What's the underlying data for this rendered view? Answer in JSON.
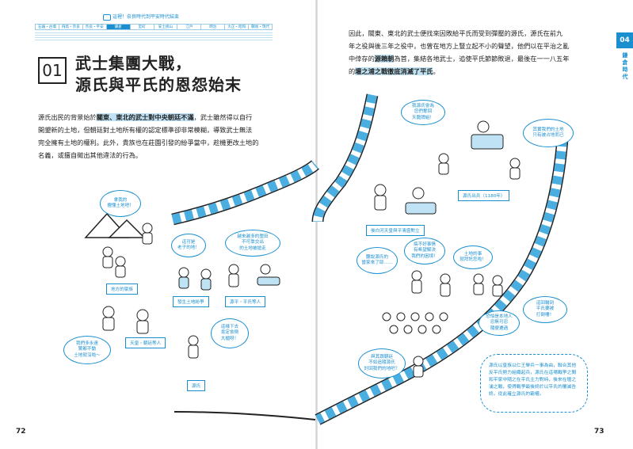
{
  "timeline": {
    "caption": "這裡！奈良時代到平安時代結束",
    "cells": [
      "石器・古墳",
      "飛鳥・奈良",
      "奈良・平安",
      "鎌倉",
      "室町",
      "安土桃山",
      "江戶",
      "明治",
      "大正・昭和",
      "戰後・現代"
    ],
    "active_index": 3
  },
  "heading": {
    "number": "01",
    "title_line1": "武士集團大戰，",
    "title_line2": "源氏與平氏的恩怨始末"
  },
  "left_paragraph": {
    "line1_a": "源氏出民的背景始於",
    "line1_hl": "關東、東北的武士對中央朝廷不滿",
    "line1_b": "，武士雖然得以自行",
    "line2": "開墾新的土地，但朝廷對土地所有權的認定標準卻非常模糊，導致武士無法",
    "line3": "完全擁有土地的權利。此外，貴族也在莊園引發的紛爭當中，趁機更改土地的",
    "line4": "名義，或擅自徵出其他違法的行為。"
  },
  "right_paragraph": {
    "line1": "因此，關東、東北的武士便找來因敗給平氏而受到彈壓的源氏，源氏在前九",
    "line2": "年之役與後三年之役中，也曾在地方上豎立起不小的聲望，他們以在平治之亂",
    "line3_a": "中倖存的",
    "line3_hl": "源賴朝",
    "line3_b": "為首，集結各地武士，追使平氏節節敗退，最後在一一八五年",
    "line4_a": "的",
    "line4_hl": "壇之浦之戰徹底消滅了平氏",
    "line4_b": "。"
  },
  "side": {
    "tab": "04",
    "label": "鎌倉時代"
  },
  "page_numbers": {
    "left": "72",
    "right": "73"
  },
  "bubbles": [
    "拿我的\n擅懂土地吧！",
    "這可是\n老子的地！",
    "越來越多的墾田\n不可靠交出\n的土地被搶走",
    "我們多永遠\n驚都不動\n土地就沒啦～",
    "這樣下去\n肯定會倒\n大楣呀！",
    "我源氏會為\n您們奪回\n天龍牌組！",
    "其實我們的土地\n只有被占地而已",
    "聽說源氏的\n當家來了耶……",
    "搞不好事情\n有希望解決\n我們的困境！",
    "土地的事\n就拜託您啦！",
    "這回輪到\n平氏要被\n打倒嘍！",
    "與其跟朝廷\n不如追隨源氏\n討回我們的地吧？",
    "恐怕是本地人\n忍無可忍\n隨便遷過"
  ],
  "labels": {
    "local_lords": "地方的豪族",
    "land_dispute": "發生土地紛爭",
    "genpei": "源平・平氏等人",
    "nobles": "天皇・朝廷等人",
    "genji": "源氏",
    "retired_emperor": "後白河天皇與平清盛對立",
    "genji_uprising": "源氏出兵（1180年）"
  },
  "note": "源氏以皇族以仁王舉兵一事為由，聯合其他反平氏勢力組織起兵，源氏在這場戰爭之間和平家中隨之在平氏主力對峙，後來在壇之浦之戰，使得戰爭最後終於以平氏的覆滅告終。從此確立源氏的霸權。"
}
